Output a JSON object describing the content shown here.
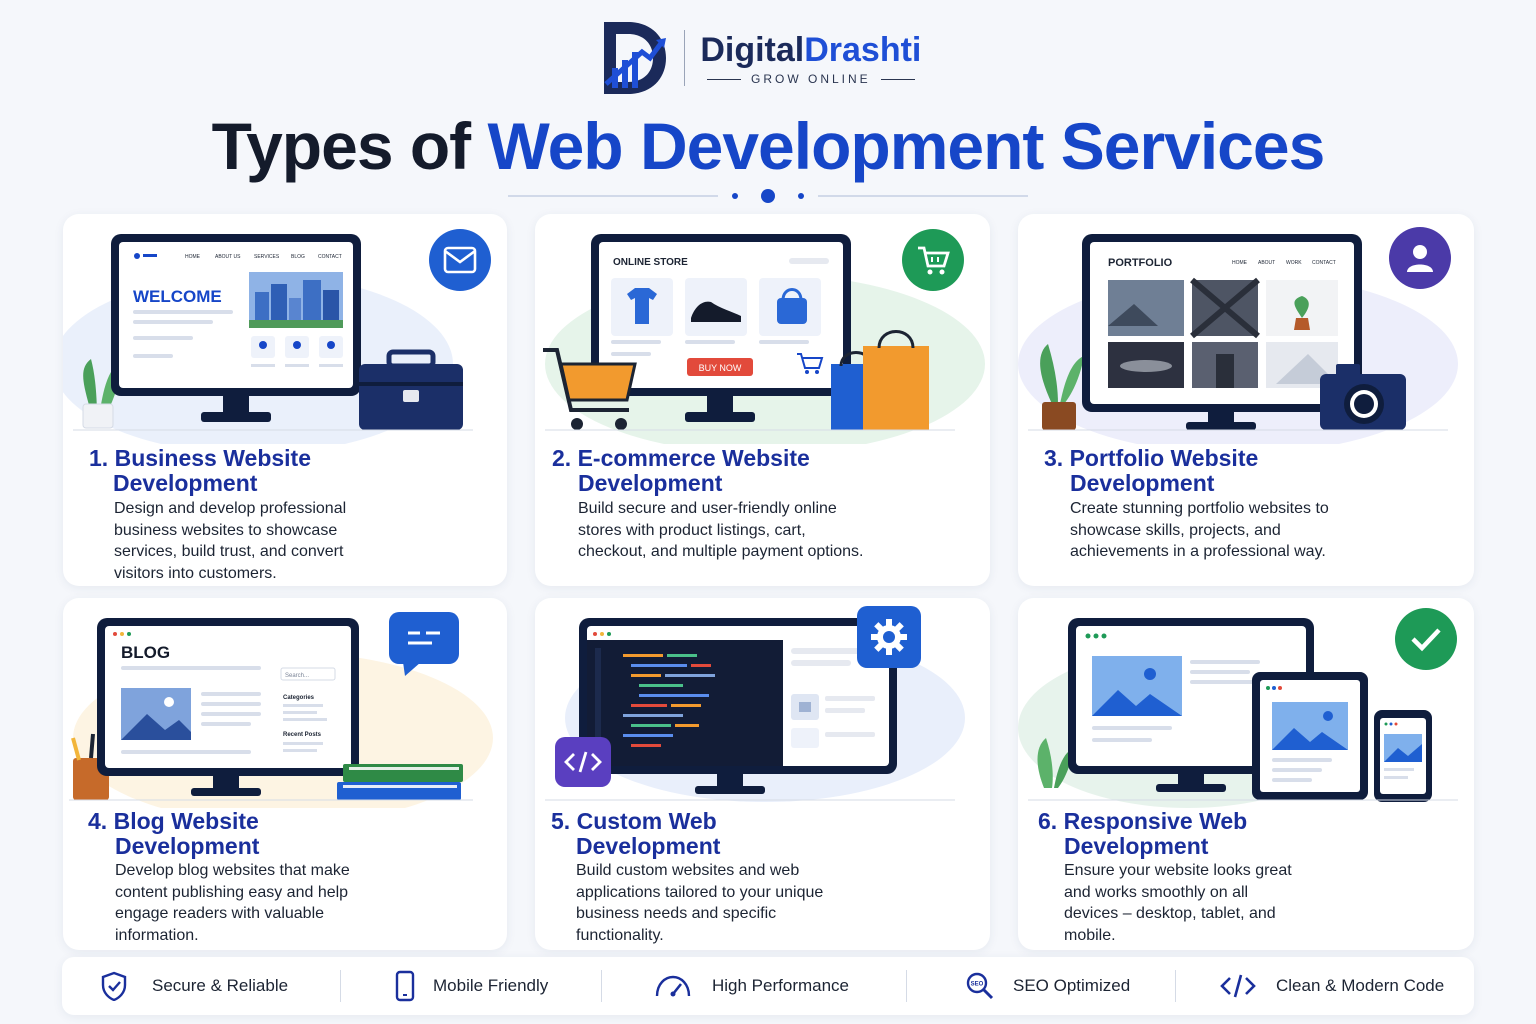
{
  "brand": {
    "name_part1": "Digital",
    "name_part2": "Drashti",
    "tagline": "GROW ONLINE",
    "logo_icon": "brand-d-arrow-logo"
  },
  "headline": {
    "part1": "Types of",
    "part2": "Web Development Services"
  },
  "colors": {
    "primary": "#1646c8",
    "title_dark": "#141b2b",
    "card_title": "#1a2f9c",
    "badge_blue": "#1f5fd1",
    "badge_green": "#1e9a57",
    "badge_purple": "#4b3aa8",
    "badge_violet": "#5a3fc0"
  },
  "cards": [
    {
      "number": "1.",
      "title_line1": "Business Website",
      "title_line2": "Development",
      "description": "Design and develop professional business websites to showcase services, build trust, and convert visitors into customers.",
      "icon": "email-icon",
      "mockup": {
        "nav": [
          "HOME",
          "ABOUT US",
          "SERVICES",
          "BLOG",
          "CONTACT"
        ],
        "headline": "WELCOME"
      }
    },
    {
      "number": "2.",
      "title_line1": "E-commerce Website",
      "title_line2": "Development",
      "description": "Build secure and user-friendly online stores with product listings, cart, checkout, and multiple payment options.",
      "icon": "cart-icon",
      "mockup": {
        "store_label": "ONLINE STORE",
        "cta": "BUY NOW"
      }
    },
    {
      "number": "3.",
      "title_line1": "Portfolio Website",
      "title_line2": "Development",
      "description": "Create stunning portfolio websites to showcase skills, projects, and achievements in a professional way.",
      "icon": "user-icon",
      "mockup": {
        "label": "PORTFOLIO",
        "nav": [
          "HOME",
          "ABOUT",
          "WORK",
          "CONTACT"
        ]
      }
    },
    {
      "number": "4.",
      "title_line1": "Blog Website",
      "title_line2": "Development",
      "description": "Develop blog websites that make content publishing easy and help engage readers with valuable information.",
      "icon": "chat-icon",
      "mockup": {
        "label": "BLOG",
        "search": "Search...",
        "categories": "Categories",
        "recent": "Recent Posts"
      }
    },
    {
      "number": "5.",
      "title_line1": "Custom Web",
      "title_line2": "Development",
      "description": "Build custom websites and web applications tailored to your unique business needs and specific functionality.",
      "icon": "gear-icon"
    },
    {
      "number": "6.",
      "title_line1": "Responsive Web",
      "title_line2": "Development",
      "description": "Ensure your website looks great and works smoothly on all devices – desktop, tablet, and mobile.",
      "icon": "check-icon"
    }
  ],
  "features": [
    {
      "label": "Secure & Reliable",
      "icon": "shield-check-icon"
    },
    {
      "label": "Mobile Friendly",
      "icon": "mobile-icon"
    },
    {
      "label": "High Performance",
      "icon": "speedometer-icon"
    },
    {
      "label": "SEO Optimized",
      "icon": "search-seo-icon"
    },
    {
      "label": "Clean & Modern Code",
      "icon": "code-icon"
    }
  ]
}
